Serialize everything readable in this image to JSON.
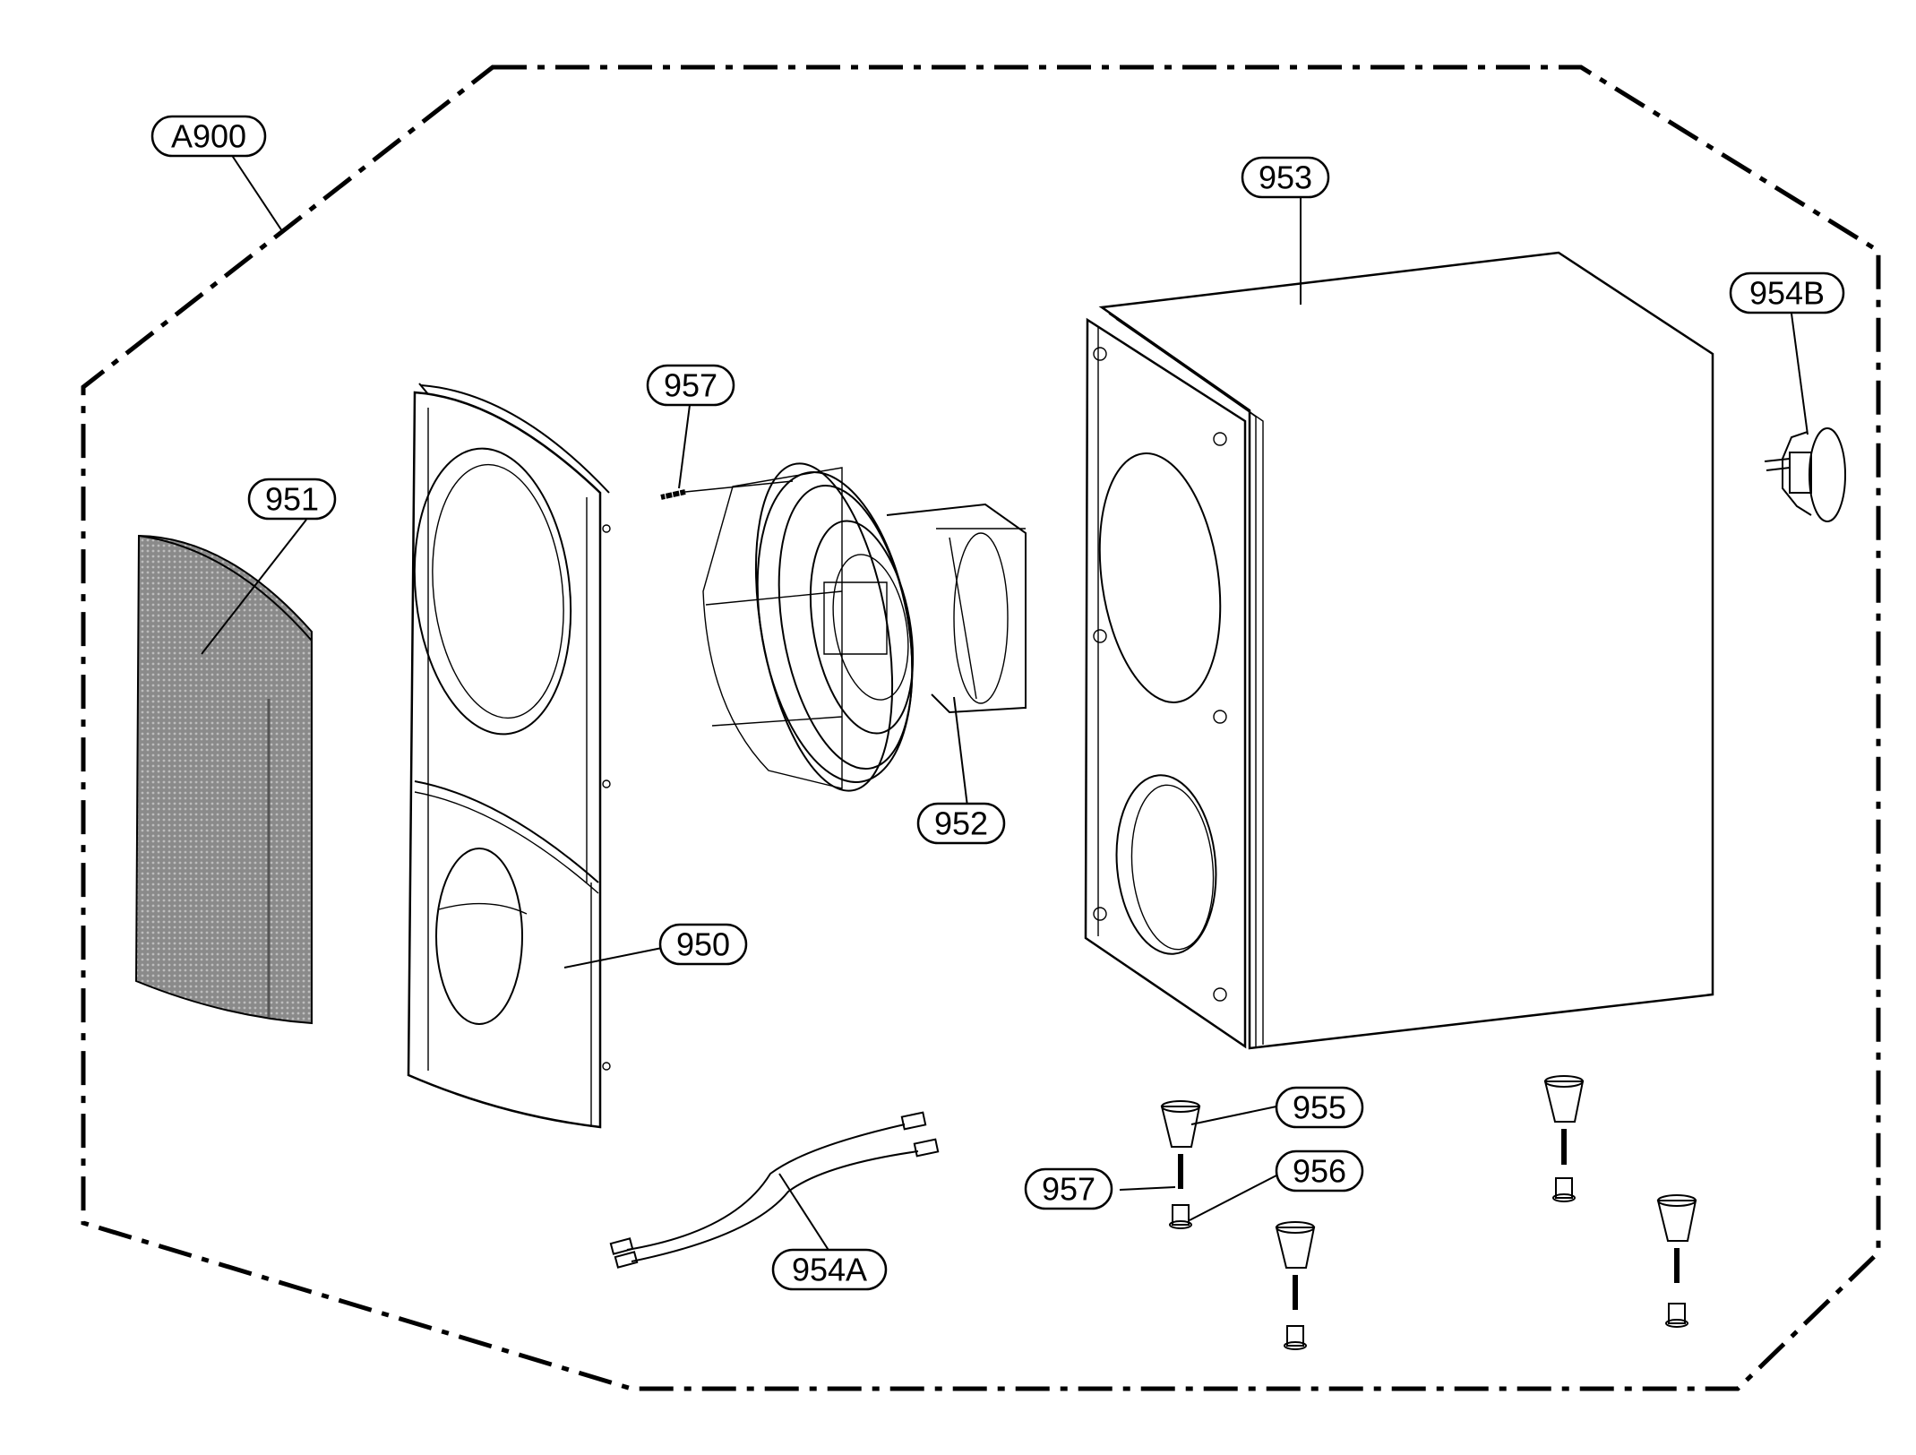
{
  "callouts": {
    "a900": "A900",
    "p950": "950",
    "p951": "951",
    "p952": "952",
    "p953": "953",
    "p954a": "954A",
    "p954b": "954B",
    "p955": "955",
    "p956": "956",
    "p957_top": "957",
    "p957_bottom": "957"
  }
}
